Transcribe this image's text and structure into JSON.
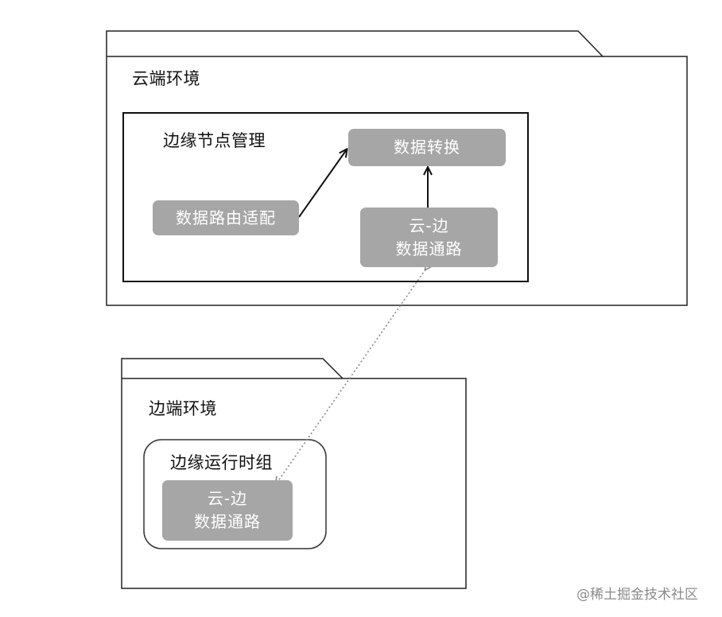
{
  "cloud": {
    "title": "云端环境",
    "edge_node_mgmt": {
      "title": "边缘节点管理",
      "data_route_adapter": "数据路由适配",
      "data_transform": "数据转换",
      "cloud_edge_channel": {
        "line1": "云-边",
        "line2": "数据通路"
      }
    }
  },
  "edge": {
    "title": "边端环境",
    "edge_runtime": {
      "title": "边缘运行时组",
      "cloud_edge_channel": {
        "line1": "云-边",
        "line2": "数据通路"
      }
    }
  },
  "watermark": "@稀土掘金技术社区",
  "colors": {
    "node_fill": "#a6a6a6",
    "node_text": "#ffffff",
    "border": "#222222",
    "dotted_link": "#888888"
  }
}
